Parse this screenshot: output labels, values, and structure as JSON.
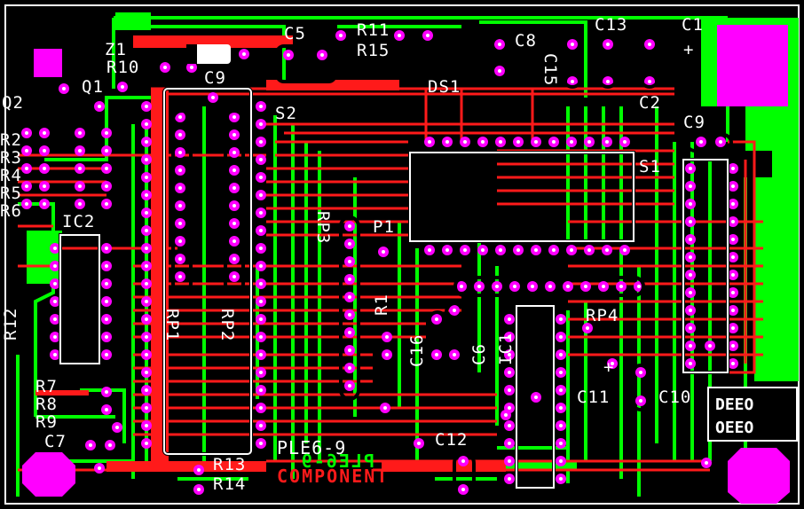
{
  "board": {
    "title": "PLE6-9",
    "title_mirrored": "PLE6-9",
    "layer": "COMPONENT",
    "badge_top": "DEEO",
    "badge_bottom": "OEEO"
  },
  "labels": {
    "z1": "Z1",
    "r10": "R10",
    "c5": "C5",
    "r11": "R11",
    "r15": "R15",
    "c8": "C8",
    "c13": "C13",
    "c1": "C1",
    "c15": "C15",
    "ds1": "DS1",
    "q1": "Q1",
    "c9a": "C9",
    "q2": "Q2",
    "s2": "S2",
    "c2": "C2",
    "c9b": "C9",
    "s1": "S1",
    "r2": "R2",
    "r3": "R3",
    "r4": "R4",
    "r5": "R5",
    "r6": "R6",
    "ic2": "IC2",
    "rp3": "RP3",
    "p1": "P1",
    "r1": "R1",
    "rp1": "RP1",
    "rp2": "RP2",
    "rp4": "RP4",
    "r12": "R12",
    "c16": "C16",
    "c6": "C6",
    "ic1": "IC1",
    "r7": "R7",
    "r8": "R8",
    "r9": "R9",
    "c11": "C11",
    "c10": "C10",
    "c7": "C7",
    "c12": "C12",
    "r13": "R13",
    "r14": "R14",
    "plus_c1": "+",
    "plus_c11": "+"
  },
  "colors": {
    "background": "#000000",
    "bottom_copper": "#00ff00",
    "top_copper": "#ff1a1a",
    "pads": "#ff00ff",
    "silkscreen": "#ffffff"
  }
}
